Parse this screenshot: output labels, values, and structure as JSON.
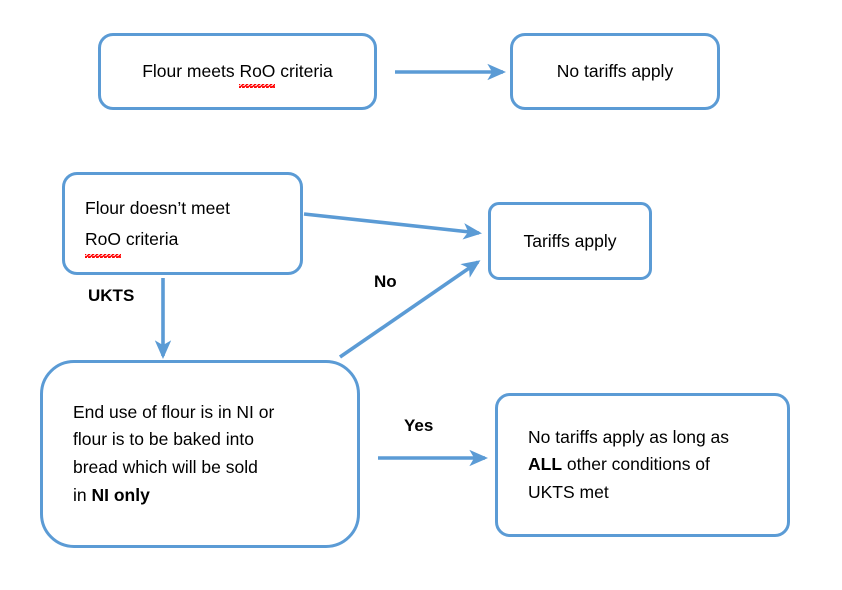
{
  "diagram": {
    "type": "flowchart",
    "title": "Flour Rules of Origin tariff decision flowchart",
    "accent_color": "#5B9BD5",
    "text_color": "#000000",
    "background_color": "#FFFFFF",
    "spellcheck_underline_color": "#FF0000"
  },
  "nodes": {
    "flour_meets": {
      "id": "flour-meets-roo",
      "text": "Flour meets RoO criteria",
      "segments": [
        {
          "text": "Flour meets ",
          "bold": false,
          "spellcheck": false
        },
        {
          "text": "RoO",
          "bold": false,
          "spellcheck": true
        },
        {
          "text": " criteria",
          "bold": false,
          "spellcheck": false
        }
      ],
      "align": "center"
    },
    "no_tariffs": {
      "id": "no-tariffs-apply",
      "text": "No tariffs apply",
      "segments": [
        {
          "text": "No tariffs apply",
          "bold": false,
          "spellcheck": false
        }
      ],
      "align": "center"
    },
    "flour_doesnt_meet": {
      "id": "flour-doesnt-meet-roo",
      "text": "Flour doesn’t meet RoO criteria",
      "lines": [
        [
          {
            "text": "Flour doesn’t meet",
            "bold": false,
            "spellcheck": false
          }
        ],
        [
          {
            "text": "RoO",
            "bold": false,
            "spellcheck": true
          },
          {
            "text": " criteria",
            "bold": false,
            "spellcheck": false
          }
        ]
      ],
      "align": "left"
    },
    "tariffs_apply": {
      "id": "tariffs-apply",
      "text": "Tariffs apply",
      "segments": [
        {
          "text": "Tariffs apply",
          "bold": false,
          "spellcheck": false
        }
      ],
      "align": "center"
    },
    "end_use": {
      "id": "end-use-of-flour",
      "text": "End use of flour is in NI or flour is to be baked into bread which will be sold in NI only",
      "lines": [
        [
          {
            "text": "End use of flour is in NI or",
            "bold": false,
            "spellcheck": false
          }
        ],
        [
          {
            "text": "flour is to be baked into",
            "bold": false,
            "spellcheck": false
          }
        ],
        [
          {
            "text": "bread which will be sold",
            "bold": false,
            "spellcheck": false
          }
        ],
        [
          {
            "text": "in ",
            "bold": false,
            "spellcheck": false
          },
          {
            "text": "NI only",
            "bold": true,
            "spellcheck": false
          }
        ]
      ],
      "align": "left"
    },
    "no_tariffs_all": {
      "id": "no-tariffs-all-conditions",
      "text": "No tariffs apply as long as ALL other conditions of UKTS met",
      "lines": [
        [
          {
            "text": "No tariffs apply as long as",
            "bold": false,
            "spellcheck": false
          }
        ],
        [
          {
            "text": "ALL",
            "bold": true,
            "spellcheck": false
          },
          {
            "text": " other conditions of",
            "bold": false,
            "spellcheck": false
          }
        ],
        [
          {
            "text": "UKTS met",
            "bold": false,
            "spellcheck": false
          }
        ]
      ],
      "align": "left"
    }
  },
  "edges": [
    {
      "id": "edge-meets-to-no-tariffs",
      "from": "flour_meets",
      "to": "no_tariffs",
      "label": "",
      "style": "straight-horizontal"
    },
    {
      "id": "edge-doesnt-meet-to-tariffs",
      "from": "flour_doesnt_meet",
      "to": "tariffs_apply",
      "label": "",
      "style": "slanted-down"
    },
    {
      "id": "edge-doesnt-meet-to-end-use",
      "from": "flour_doesnt_meet",
      "to": "end_use",
      "label": "UKTS",
      "style": "vertical-down"
    },
    {
      "id": "edge-end-use-no-to-tariffs",
      "from": "end_use",
      "to": "tariffs_apply",
      "label": "No",
      "style": "diagonal-up"
    },
    {
      "id": "edge-end-use-yes-to-no-tariffs-all",
      "from": "end_use",
      "to": "no_tariffs_all",
      "label": "Yes",
      "style": "straight-horizontal"
    }
  ],
  "labels": {
    "ukts": "UKTS",
    "no": "No",
    "yes": "Yes"
  }
}
